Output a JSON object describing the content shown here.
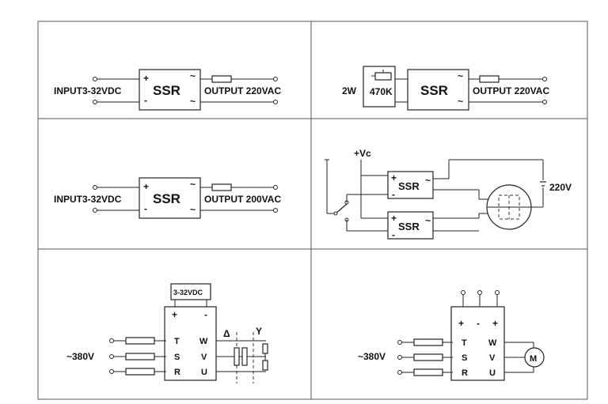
{
  "panel1": {
    "input_label": "INPUT3-32VDC",
    "ssr": "SSR",
    "plus": "+",
    "minus": "-",
    "tilde_top": "~",
    "tilde_bottom": "~",
    "output_label": "OUTPUT 220VAC"
  },
  "panel2": {
    "power_label": "2W",
    "pot_label": "470K",
    "ssr": "SSR",
    "tilde_top": "~",
    "tilde_bottom": "~",
    "output_label": "OUTPUT 220VAC"
  },
  "panel3": {
    "input_label": "INPUT3-32VDC",
    "ssr": "SSR",
    "plus": "+",
    "minus": "-",
    "tilde_top": "~",
    "tilde_bottom": "~",
    "output_label": "OUTPUT 200VAC"
  },
  "panel4": {
    "vc_label": "+Vc",
    "ssr_top": "SSR",
    "ssr_bottom": "SSR",
    "plus": "+",
    "minus": "-",
    "tilde": "~",
    "voltage_label": "220V"
  },
  "panel5": {
    "dc_label": "3-32VDC",
    "plus": "+",
    "minus": "-",
    "voltage_label": "~380V",
    "inputs": [
      "T",
      "S",
      "R"
    ],
    "outputs": [
      "W",
      "V",
      "U"
    ],
    "delta": "Δ",
    "wye": "Y"
  },
  "panel6": {
    "plus_left": "+",
    "minus": "-",
    "plus_right": "+",
    "voltage_label": "~380V",
    "inputs": [
      "T",
      "S",
      "R"
    ],
    "outputs": [
      "W",
      "V",
      "U"
    ],
    "motor_label": "M"
  }
}
